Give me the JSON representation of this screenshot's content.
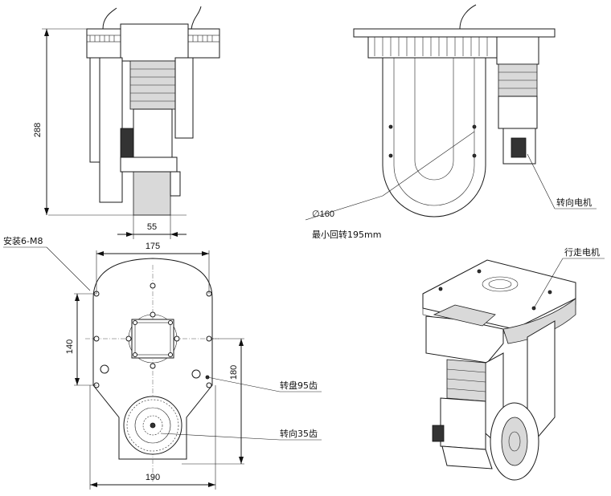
{
  "dimensions": {
    "height_288": "288",
    "width_55": "55",
    "width_175": "175",
    "height_140": "140",
    "height_180": "180",
    "width_190": "190",
    "diameter_160": "∅160"
  },
  "labels": {
    "min_turning": "最小回转195mm",
    "mount": "安装6-M8",
    "steering_motor": "转向电机",
    "drive_motor": "行走电机",
    "turntable_teeth": "转盘95齿",
    "steering_teeth": "转向35齿"
  }
}
